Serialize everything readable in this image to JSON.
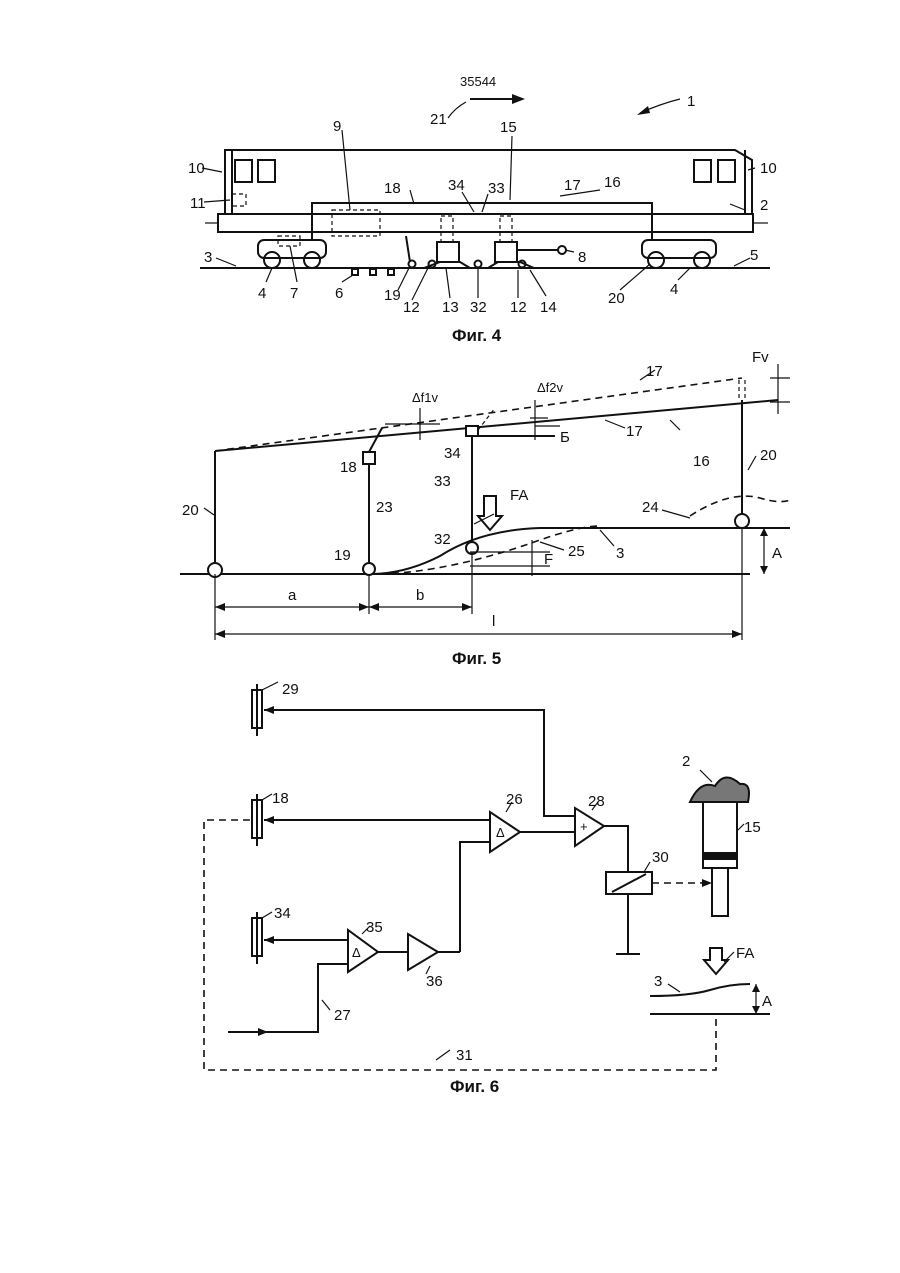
{
  "header": {
    "patent_number": "35544"
  },
  "fig4": {
    "caption": "Фиг. 4",
    "labels": [
      "1",
      "2",
      "3",
      "4",
      "4",
      "5",
      "6",
      "7",
      "8",
      "9",
      "10",
      "10",
      "11",
      "12",
      "12",
      "13",
      "14",
      "15",
      "16",
      "17",
      "18",
      "19",
      "20",
      "21",
      "32",
      "33",
      "34"
    ]
  },
  "fig5": {
    "caption": "Фиг. 5",
    "labels": {
      "fv": "Fv",
      "df1v": "Δf1v",
      "df2v": "Δf2v",
      "l17a": "17",
      "l17b": "17",
      "b_cyr": "Б",
      "l16": "16",
      "l20a": "20",
      "l20b": "20",
      "l18": "18",
      "l34": "34",
      "l33": "33",
      "fa": "FA",
      "l23": "23",
      "l24": "24",
      "l32": "32",
      "l25": "25",
      "l3": "3",
      "l19": "19",
      "f": "F",
      "a_big": "A",
      "a_small": "a",
      "b_small": "b",
      "ell": "l"
    }
  },
  "fig6": {
    "caption": "Фиг. 6",
    "labels": {
      "l29": "29",
      "l18": "18",
      "l34": "34",
      "l26": "26",
      "l28": "28",
      "l2": "2",
      "l15": "15",
      "l30": "30",
      "l35": "35",
      "l36": "36",
      "l27": "27",
      "l31": "31",
      "l3": "3",
      "fa": "FA",
      "a_big": "A",
      "delta1": "Δ",
      "delta2": "Δ",
      "plus": "+"
    }
  }
}
